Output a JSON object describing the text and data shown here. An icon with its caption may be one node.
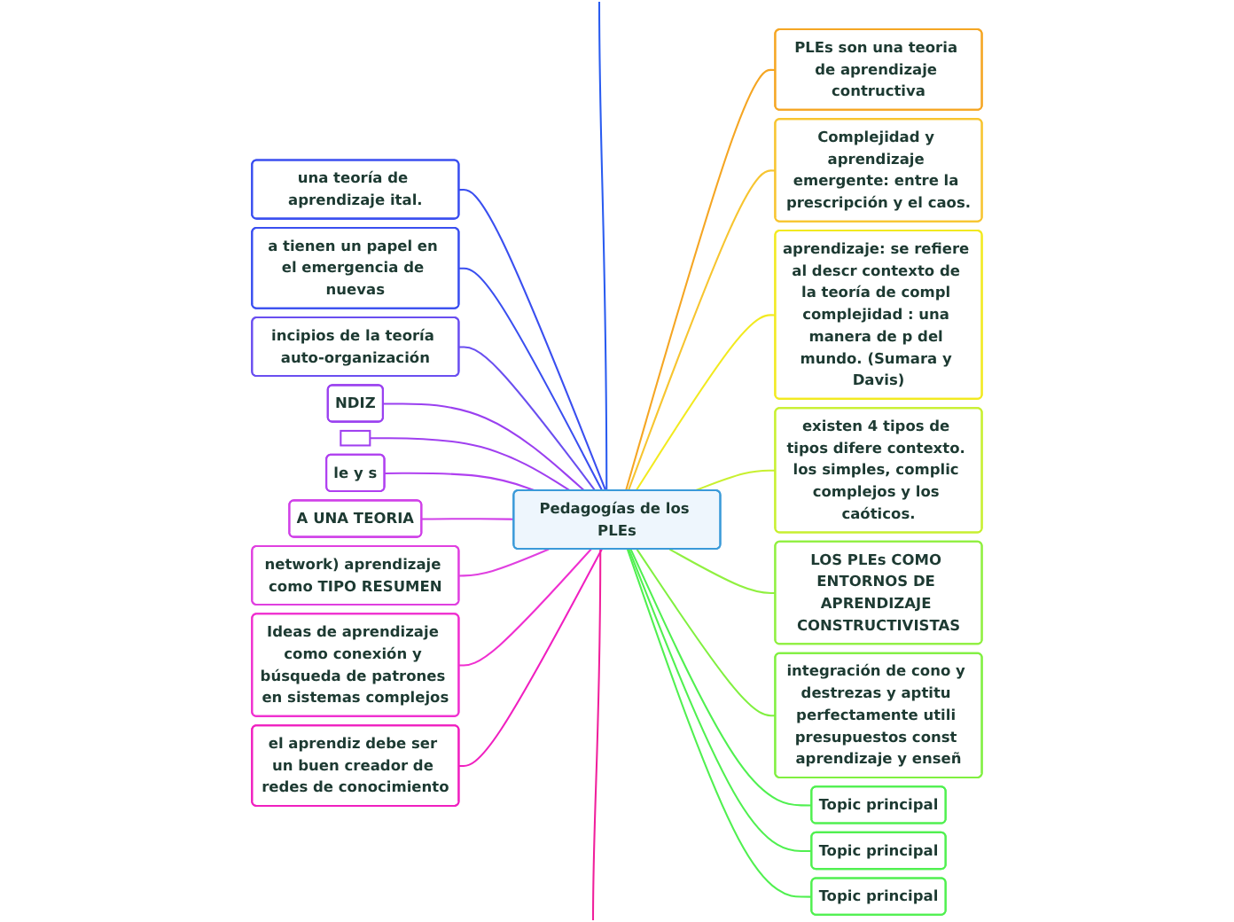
{
  "diagram": {
    "nodes": [
      {
        "text": [
          "Pedagogías de los PLEs"
        ]
      },
      {
        "text": [
          "una teoría de aprendizaje ital."
        ]
      },
      {
        "text": [
          "a tienen un papel en el emergencia de nuevas"
        ]
      },
      {
        "text": [
          "incipios de la teoría auto-organización"
        ]
      },
      {
        "text": [
          "NDIZ"
        ]
      },
      {
        "text": [],
        "shape": "box"
      },
      {
        "text": [
          "le y s"
        ]
      },
      {
        "text": [
          "A UNA TEORIA"
        ]
      },
      {
        "text": [
          "network) aprendizaje como TIPO RESUMEN"
        ]
      },
      {
        "text": [
          "Ideas de aprendizaje como conexión y búsqueda de patrones en sistemas complejos"
        ]
      },
      {
        "text": [
          "el aprendiz debe ser un buen creador de redes de conocimiento"
        ]
      },
      {
        "text": [
          "PLEs son una teoria de aprendizaje contructiva"
        ]
      },
      {
        "text": [
          "Complejidad y aprendizaje emergente: entre la prescripción y el caos."
        ]
      },
      {
        "text": [
          "aprendizaje: se refiere al descr contexto de la teoría de compl complejidad : una manera de p del mundo. (Sumara y Davis)"
        ]
      },
      {
        "text": [
          "existen 4 tipos de tipos difere contexto. los simples, complic complejos y los caóticos."
        ]
      },
      {
        "text": [
          "LOS PLEs COMO ENTORNOS DE APRENDIZAJE CONSTRUCTIVISTAS"
        ]
      },
      {
        "text": [
          "integración de cono y destrezas y aptitu perfectamente utili presupuestos const aprendizaje y enseñ"
        ]
      },
      {
        "text": [
          "Topic principal"
        ]
      },
      {
        "text": [
          "Topic principal"
        ]
      },
      {
        "text": [
          "Topic principal"
        ]
      }
    ],
    "edges": [
      {
        "from": 0,
        "to": null,
        "arrow": "none",
        "color": "#2a5cf0"
      },
      {
        "from": 0,
        "to": 1,
        "arrow": "none",
        "color": "#3a4ff0"
      },
      {
        "from": 0,
        "to": 2,
        "arrow": "none",
        "color": "#3a4ff0"
      },
      {
        "from": 0,
        "to": 3,
        "arrow": "none",
        "color": "#6a4ff0"
      },
      {
        "from": 0,
        "to": 4,
        "arrow": "none",
        "color": "#9a40f0"
      },
      {
        "from": 0,
        "to": 5,
        "arrow": "none",
        "color": "#a040f0"
      },
      {
        "from": 0,
        "to": 6,
        "arrow": "none",
        "color": "#b040f0"
      },
      {
        "from": 0,
        "to": 7,
        "arrow": "none",
        "color": "#d040e8"
      },
      {
        "from": 0,
        "to": 8,
        "arrow": "none",
        "color": "#e040e0"
      },
      {
        "from": 0,
        "to": 9,
        "arrow": "none",
        "color": "#f030d0"
      },
      {
        "from": 0,
        "to": 10,
        "arrow": "none",
        "color": "#f020c0"
      },
      {
        "from": 0,
        "to": null,
        "arrow": "none",
        "color": "#f0209c"
      },
      {
        "from": 0,
        "to": 11,
        "arrow": "none",
        "color": "#f5a623"
      },
      {
        "from": 0,
        "to": 12,
        "arrow": "none",
        "color": "#f7c530"
      },
      {
        "from": 0,
        "to": 13,
        "arrow": "none",
        "color": "#f2ea20"
      },
      {
        "from": 0,
        "to": 14,
        "arrow": "none",
        "color": "#c8f030"
      },
      {
        "from": 0,
        "to": 15,
        "arrow": "none",
        "color": "#90f040"
      },
      {
        "from": 0,
        "to": 16,
        "arrow": "none",
        "color": "#80f040"
      },
      {
        "from": 0,
        "to": 17,
        "arrow": "none",
        "color": "#50f050"
      },
      {
        "from": 0,
        "to": 18,
        "arrow": "none",
        "color": "#50f050"
      },
      {
        "from": 0,
        "to": 19,
        "arrow": "none",
        "color": "#50f050"
      }
    ]
  }
}
